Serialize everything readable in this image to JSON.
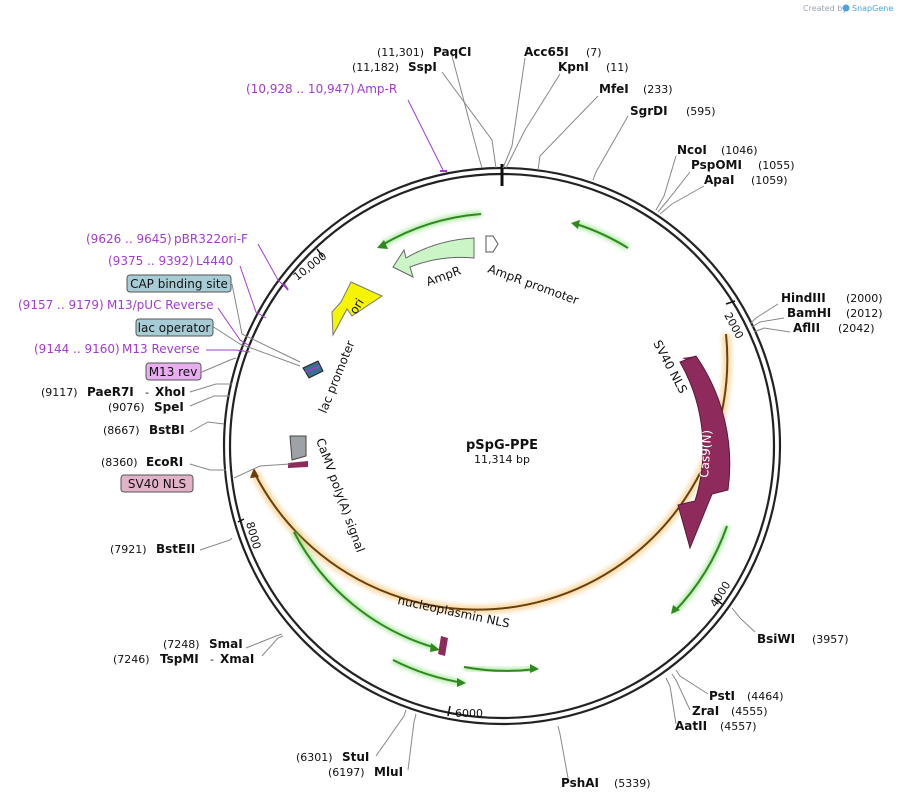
{
  "credit": {
    "created_by": "Created by",
    "brand": "SnapGene"
  },
  "plasmid": {
    "name": "pSpG-PPE",
    "size": "11,314 bp"
  },
  "colors": {
    "amp": "#ccf5c7",
    "ori": "#f5f500",
    "cas9": "#8e2a5c",
    "orange": "#f3b24a",
    "green": "#2f8a1e",
    "primer": "#a23ccf",
    "box_blue": "#a8ccd6",
    "box_pink": "#e2b3c8",
    "box_m13": "#e9aef0"
  },
  "enzymes": [
    {
      "name": "PaqCI",
      "pos": "(11,301)"
    },
    {
      "name": "SspI",
      "pos": "(11,182)"
    },
    {
      "name": "Acc65I",
      "pos": "(7)"
    },
    {
      "name": "KpnI",
      "pos": "(11)"
    },
    {
      "name": "MfeI",
      "pos": "(233)"
    },
    {
      "name": "SgrDI",
      "pos": "(595)"
    },
    {
      "name": "NcoI",
      "pos": "(1046)"
    },
    {
      "name": "PspOMI",
      "pos": "(1055)"
    },
    {
      "name": "ApaI",
      "pos": "(1059)"
    },
    {
      "name": "HindIII",
      "pos": "(2000)"
    },
    {
      "name": "BamHI",
      "pos": "(2012)"
    },
    {
      "name": "AflII",
      "pos": "(2042)"
    },
    {
      "name": "BsiWI",
      "pos": "(3957)"
    },
    {
      "name": "PstI",
      "pos": "(4464)"
    },
    {
      "name": "ZraI",
      "pos": "(4555)"
    },
    {
      "name": "AatII",
      "pos": "(4557)"
    },
    {
      "name": "PshAI",
      "pos": "(5339)"
    },
    {
      "name": "StuI",
      "pos": "(6301)"
    },
    {
      "name": "MluI",
      "pos": "(6197)"
    },
    {
      "name": "SmaI",
      "pos": "(7248)"
    },
    {
      "name": "TspMI",
      "pos": "(7246)"
    },
    {
      "name": "XmaI",
      "pos": ""
    },
    {
      "name": "BstEII",
      "pos": "(7921)"
    },
    {
      "name": "EcoRI",
      "pos": "(8360)"
    },
    {
      "name": "BstBI",
      "pos": "(8667)"
    },
    {
      "name": "SpeI",
      "pos": "(9076)"
    },
    {
      "name": "PaeR7I",
      "pos": "(9117)"
    },
    {
      "name": "XhoI",
      "pos": ""
    }
  ],
  "primers": [
    {
      "name": "Amp-R",
      "pos": "(10,928 .. 10,947)"
    },
    {
      "name": "pBR322ori-F",
      "pos": "(9626 .. 9645)"
    },
    {
      "name": "L4440",
      "pos": "(9375 .. 9392)"
    },
    {
      "name": "M13/pUC Reverse",
      "pos": "(9157 .. 9179)"
    },
    {
      "name": "M13 Reverse",
      "pos": "(9144 .. 9160)"
    }
  ],
  "boxes": {
    "cap": "CAP binding site",
    "lac_operator": "lac operator",
    "m13_rev": "M13 rev",
    "sv40_nls": "SV40 NLS"
  },
  "features": {
    "ampr": "AmpR",
    "ampr_promoter": "AmpR promoter",
    "ori": "ori",
    "lac_promoter": "lac promoter",
    "sv40_nls": "SV40 NLS",
    "cas9": "Cas9(N)",
    "camv": "CaMV poly(A) signal",
    "nucleoplasmin": "nucleoplasmin NLS"
  },
  "ticks": {
    "t2000": "2000",
    "t4000": "4000",
    "t6000": "6000",
    "t8000": "8000",
    "t10000": "10,000"
  }
}
